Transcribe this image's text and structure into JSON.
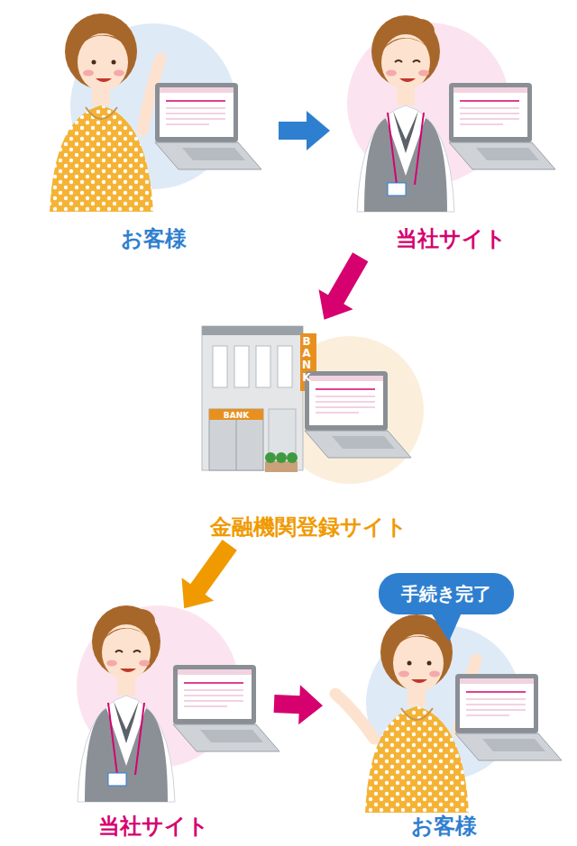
{
  "diagram": {
    "nodes": [
      {
        "text": [
          "お客様"
        ]
      },
      {
        "text": [
          "当社サイト"
        ]
      },
      {
        "text": [
          "金融機関登録サイト"
        ]
      },
      {
        "text": [
          "当社サイト"
        ]
      },
      {
        "text": [
          "手続き完了"
        ]
      },
      {
        "text": [
          "お客様"
        ]
      }
    ],
    "edges": [
      {
        "from": 0,
        "to": 1,
        "arrow": "to"
      },
      {
        "from": 1,
        "to": 2,
        "arrow": "to"
      },
      {
        "from": 2,
        "to": 3,
        "arrow": "to"
      },
      {
        "from": 3,
        "to": 5,
        "arrow": "to"
      }
    ],
    "labels": [
      "BANK",
      "BANK"
    ]
  }
}
